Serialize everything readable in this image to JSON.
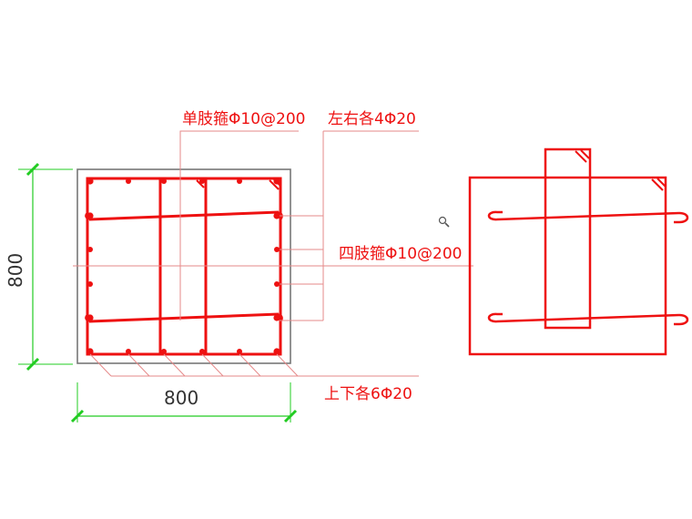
{
  "labels": {
    "single_stirrup": "单肢箍Φ10@200",
    "side_bars": "左右各4Φ20",
    "four_leg_stirrup": "四肢箍Φ10@200",
    "top_bottom_bars": "上下各6Φ20"
  },
  "dimensions": {
    "height": "800",
    "width": "800"
  },
  "colors": {
    "rebar": "#ee1111",
    "leader": "#e68a8a",
    "dimension": "#22cc22",
    "outline": "#777777"
  }
}
